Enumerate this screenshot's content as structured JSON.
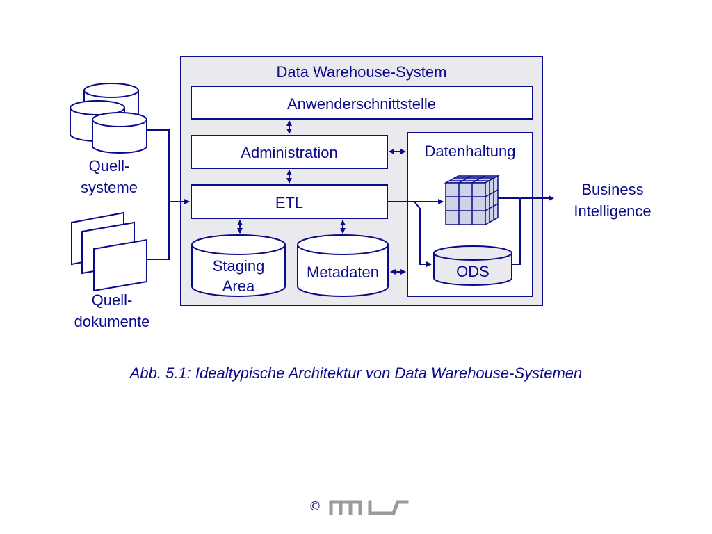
{
  "system_title": "Data Warehouse-System",
  "components": {
    "user_interface": "Anwenderschnittstelle",
    "administration": "Administration",
    "etl": "ETL",
    "storage": "Datenhaltung",
    "staging_area": [
      "Staging",
      "Area"
    ],
    "metadata": "Metadaten",
    "ods": "ODS"
  },
  "sources": {
    "systems": [
      "Quell-",
      "systeme"
    ],
    "documents": [
      "Quell-",
      "dokumente"
    ]
  },
  "output": [
    "Business",
    "Intelligence"
  ],
  "caption": "Abb. 5.1: Idealtypische Architektur von Data Warehouse-Systemen",
  "copyright": "©",
  "logo": "mis",
  "colors": {
    "ink": "#0a0a8c",
    "panel": "#e9e9ee",
    "box": "#ffffff",
    "cube": "#cfd3e6"
  }
}
